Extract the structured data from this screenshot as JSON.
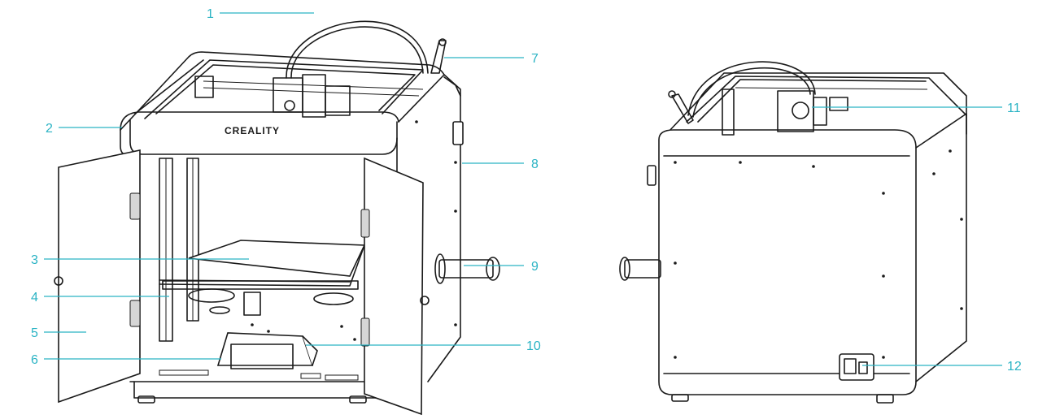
{
  "diagram": {
    "brand_logo": "CREALITY",
    "callouts": [
      {
        "id": "c1",
        "label": "1"
      },
      {
        "id": "c2",
        "label": "2"
      },
      {
        "id": "c3",
        "label": "3"
      },
      {
        "id": "c4",
        "label": "4"
      },
      {
        "id": "c5",
        "label": "5"
      },
      {
        "id": "c6",
        "label": "6"
      },
      {
        "id": "c7",
        "label": "7"
      },
      {
        "id": "c8",
        "label": "8"
      },
      {
        "id": "c9",
        "label": "9"
      },
      {
        "id": "c10",
        "label": "10"
      },
      {
        "id": "c11",
        "label": "11"
      },
      {
        "id": "c12",
        "label": "12"
      }
    ],
    "colors": {
      "callout": "#2ab3c4",
      "ink": "#1a1a1a"
    }
  }
}
